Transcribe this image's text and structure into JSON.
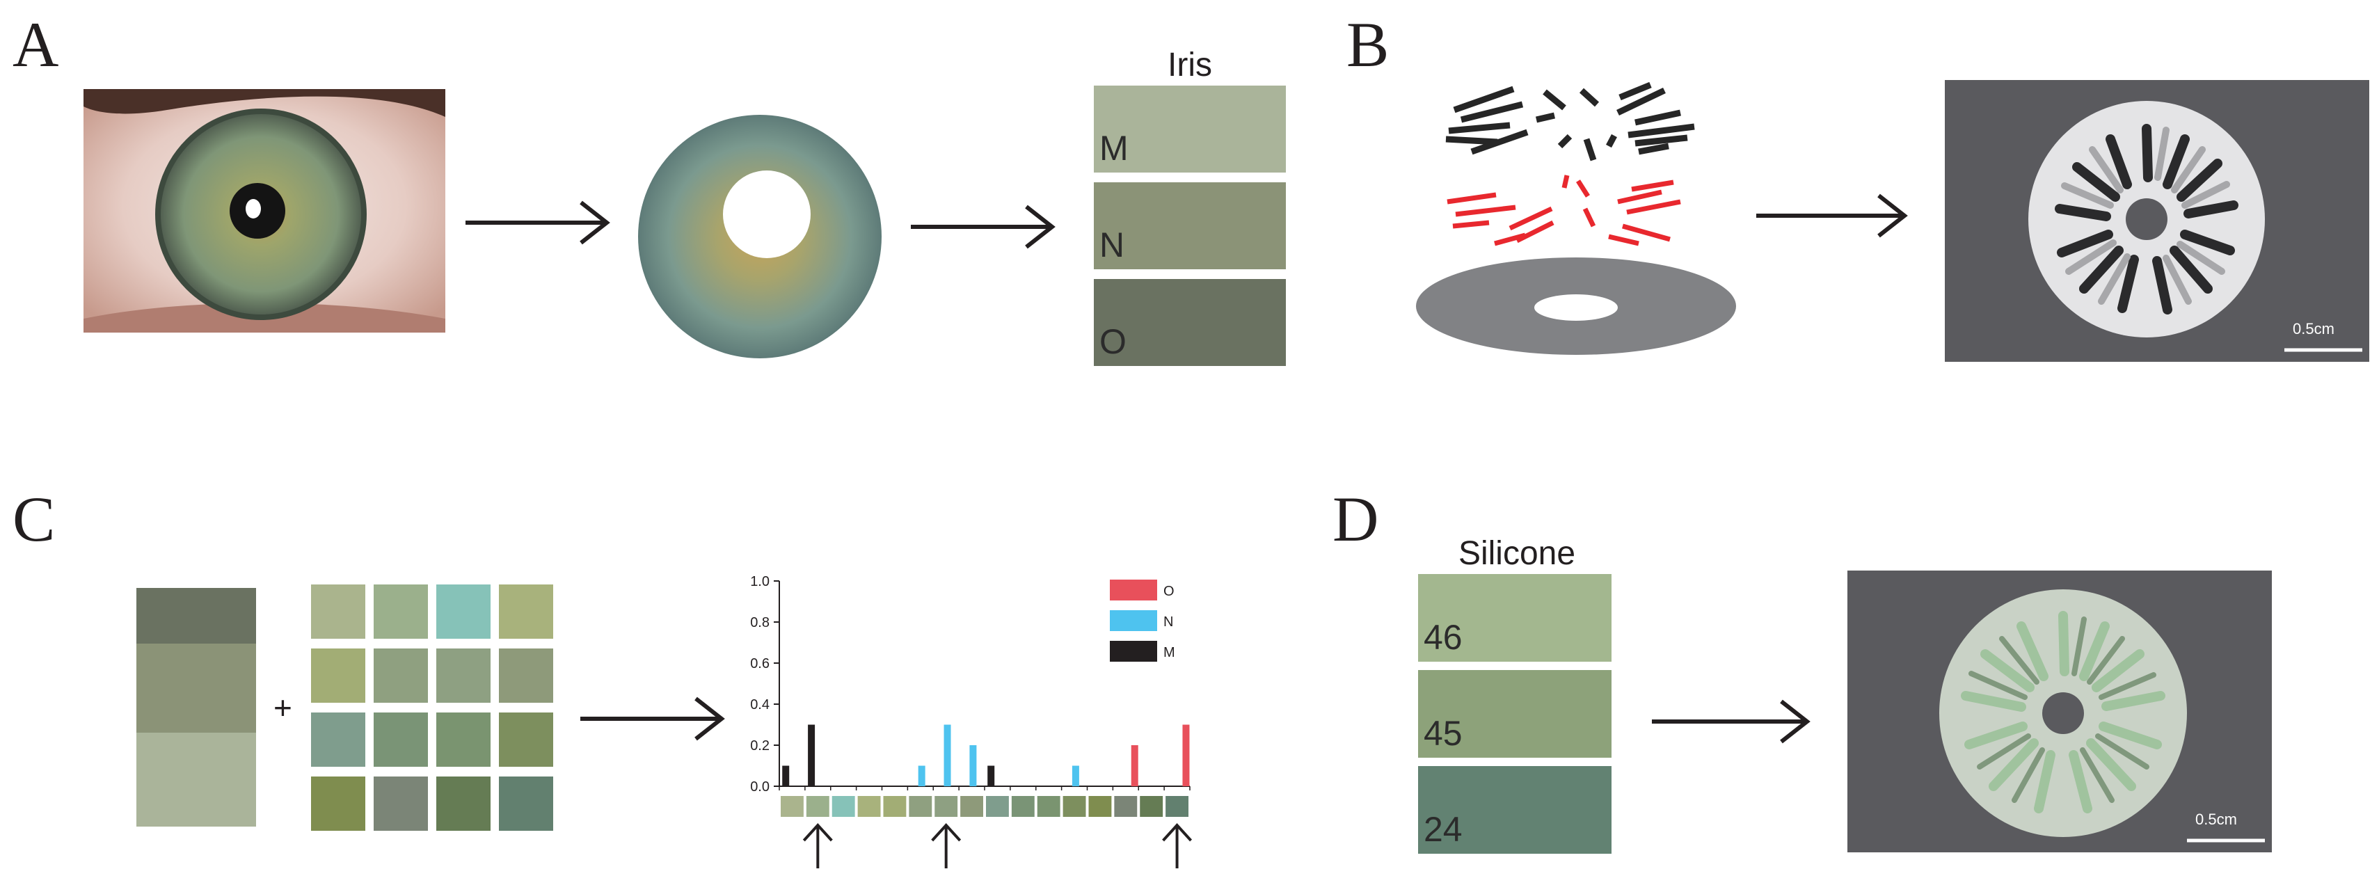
{
  "panels": {
    "A": {
      "letter": "A",
      "iris_title": "Iris",
      "swatches": [
        {
          "label": "M",
          "color": "#aab49a"
        },
        {
          "label": "N",
          "color": "#8b9377"
        },
        {
          "label": "O",
          "color": "#6a7261"
        }
      ]
    },
    "B": {
      "letter": "B",
      "scale_bar": "0.5cm"
    },
    "C": {
      "letter": "C",
      "plus": "+",
      "stack_colors": [
        "#6a7261",
        "#8b9377",
        "#aab49a"
      ],
      "palette_colors": [
        "#aab48d",
        "#9bb08c",
        "#86c2b8",
        "#a8b27c",
        "#a2ad75",
        "#8fa080",
        "#8ea082",
        "#8e9a7a",
        "#7f9d8d",
        "#7a9476",
        "#7a9470",
        "#7d8f5e",
        "#7f8d4f",
        "#7b8577",
        "#657c54",
        "#62806f"
      ]
    },
    "D": {
      "letter": "D",
      "silicone_title": "Silicone",
      "swatches": [
        {
          "label": "46",
          "color": "#a3b78f"
        },
        {
          "label": "45",
          "color": "#8da27a"
        },
        {
          "label": "24",
          "color": "#628272"
        }
      ],
      "scale_bar": "0.5cm"
    }
  },
  "chart_data": {
    "type": "bar",
    "ylim": [
      0,
      1.0
    ],
    "yticks": [
      "0.0",
      "0.2",
      "0.4",
      "0.6",
      "0.8",
      "1.0"
    ],
    "legend": [
      {
        "name": "O",
        "color": "#e8505b"
      },
      {
        "name": "N",
        "color": "#4ec3ef"
      },
      {
        "name": "M",
        "color": "#231f20"
      }
    ],
    "category_colors": [
      "#aab48d",
      "#9bb08c",
      "#86c2b8",
      "#a8b27c",
      "#a2ad75",
      "#8fa080",
      "#8ea082",
      "#8e9a7a",
      "#7f9d8d",
      "#7a9476",
      "#7a9470",
      "#7d8f5e",
      "#7f8d4f",
      "#7b8577",
      "#657c54",
      "#62806f"
    ],
    "series": [
      {
        "name": "M",
        "values": [
          0.1,
          0.3,
          0,
          0,
          0,
          0,
          0,
          0,
          0.1,
          0,
          0,
          0,
          0,
          0,
          0,
          0
        ]
      },
      {
        "name": "N",
        "values": [
          0,
          0,
          0,
          0,
          0,
          0.1,
          0.3,
          0.2,
          0,
          0,
          0,
          0.1,
          0,
          0,
          0,
          0
        ]
      },
      {
        "name": "O",
        "values": [
          0,
          0,
          0,
          0,
          0,
          0,
          0,
          0,
          0,
          0,
          0,
          0,
          0,
          0.2,
          0,
          0.3
        ]
      }
    ],
    "arrow_categories": [
      1,
      6,
      15
    ]
  }
}
